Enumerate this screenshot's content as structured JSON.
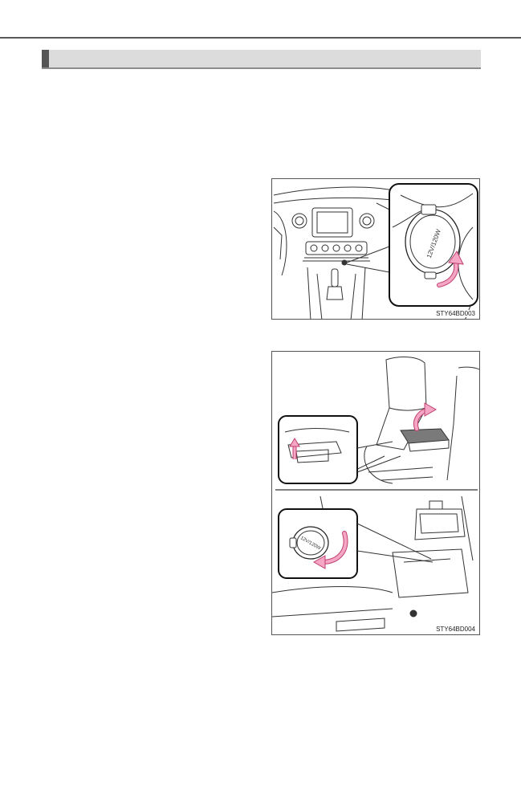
{
  "section": {
    "title": ""
  },
  "figures": [
    {
      "code": "STY64BD003",
      "outlet_label": "12V/120W"
    },
    {
      "code": "STY64BD004",
      "outlet_label": "12V/120W"
    }
  ],
  "colors": {
    "arrow": "#f4a6c4",
    "arrow_outline": "#c0406f",
    "line": "#333333",
    "section_bar": "#dcdcdc",
    "section_marker": "#555555"
  }
}
